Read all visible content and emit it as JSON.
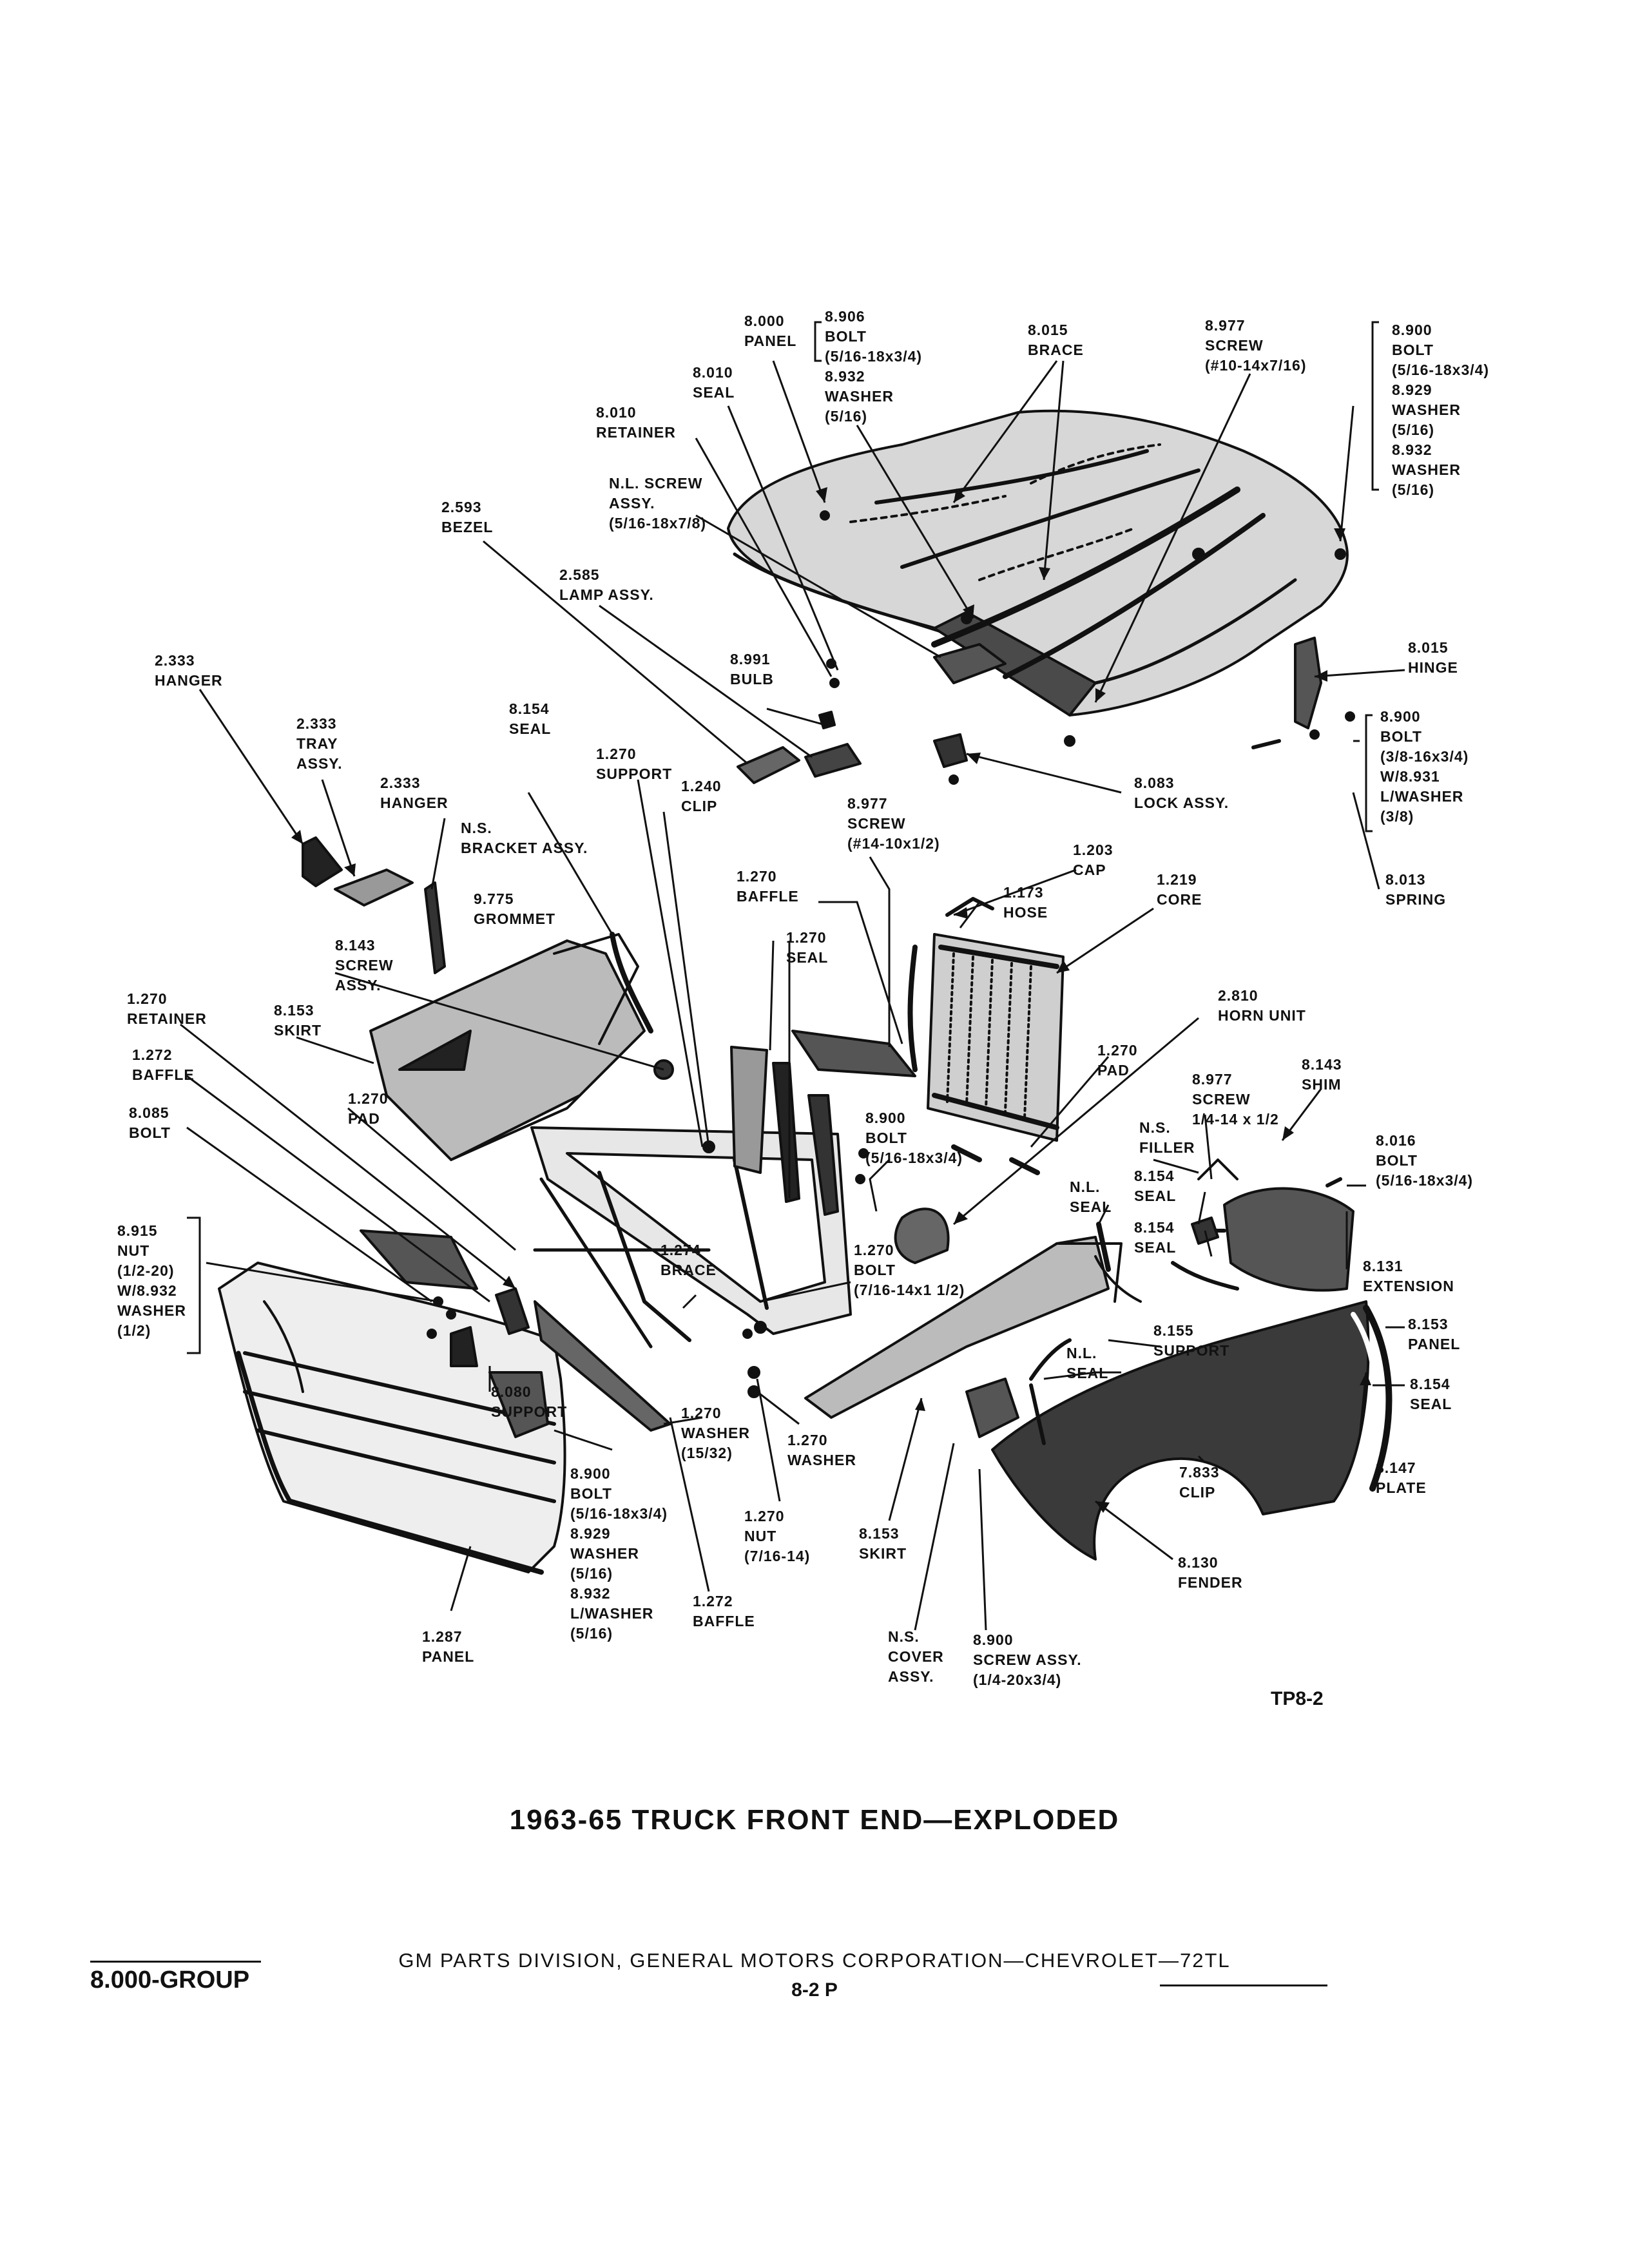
{
  "callouts": [
    {
      "id": "panel-8000",
      "lines": [
        "8.000",
        "PANEL"
      ]
    },
    {
      "id": "bolt-8906",
      "lines": [
        "8.906",
        "BOLT",
        "(5/16-18x3/4)",
        "8.932",
        "WASHER",
        "(5/16)"
      ]
    },
    {
      "id": "brace-8015",
      "lines": [
        "8.015",
        "BRACE"
      ]
    },
    {
      "id": "screw-8977-hood",
      "lines": [
        "8.977",
        "SCREW",
        "(#10-14x7/16)"
      ]
    },
    {
      "id": "bolt-8900-hood",
      "lines": [
        "8.900",
        "BOLT",
        "(5/16-18x3/4)",
        "8.929",
        "WASHER",
        "(5/16)",
        "8.932",
        "WASHER",
        "(5/16)"
      ]
    },
    {
      "id": "seal-8010",
      "lines": [
        "8.010",
        "SEAL"
      ]
    },
    {
      "id": "retainer-8010",
      "lines": [
        "8.010",
        "RETAINER"
      ]
    },
    {
      "id": "ns-screw",
      "lines": [
        "N.L. SCREW",
        "ASSY.",
        "(5/16-18x7/8)"
      ]
    },
    {
      "id": "bezel-2593",
      "lines": [
        "2.593",
        "BEZEL"
      ]
    },
    {
      "id": "lamp-2585",
      "lines": [
        "2.585",
        "LAMP ASSY."
      ]
    },
    {
      "id": "bulb-8991",
      "lines": [
        "8.991",
        "BULB"
      ]
    },
    {
      "id": "hinge-8015",
      "lines": [
        "8.015",
        "HINGE"
      ]
    },
    {
      "id": "bolt-8900-hinge",
      "lines": [
        "8.900",
        "BOLT",
        "(3/8-16x3/4)",
        "W/8.931",
        "L/WASHER",
        "(3/8)"
      ]
    },
    {
      "id": "lock-8083",
      "lines": [
        "8.083",
        "LOCK ASSY."
      ]
    },
    {
      "id": "hanger-2333-left",
      "lines": [
        "2.333",
        "HANGER"
      ]
    },
    {
      "id": "tray-2333",
      "lines": [
        "2.333",
        "TRAY",
        "ASSY."
      ]
    },
    {
      "id": "hanger-2333-right",
      "lines": [
        "2.333",
        "HANGER"
      ]
    },
    {
      "id": "seal-8154-top",
      "lines": [
        "8.154",
        "SEAL"
      ]
    },
    {
      "id": "support-1270",
      "lines": [
        "1.270",
        "SUPPORT"
      ]
    },
    {
      "id": "clip-1240",
      "lines": [
        "1.240",
        "CLIP"
      ]
    },
    {
      "id": "screw-8977-lamp",
      "lines": [
        "8.977",
        "SCREW",
        "(#14-10x1/2)"
      ]
    },
    {
      "id": "cap-1203",
      "lines": [
        "1.203",
        "CAP"
      ]
    },
    {
      "id": "spring-8013",
      "lines": [
        "8.013",
        "SPRING"
      ]
    },
    {
      "id": "ns-bracket",
      "lines": [
        "N.S.",
        "BRACKET ASSY."
      ]
    },
    {
      "id": "grommet-9775",
      "lines": [
        "9.775",
        "GROMMET"
      ]
    },
    {
      "id": "baffle-1270",
      "lines": [
        "1.270",
        "BAFFLE"
      ]
    },
    {
      "id": "hose-1173",
      "lines": [
        "1.173",
        "HOSE"
      ]
    },
    {
      "id": "core-1219",
      "lines": [
        "1.219",
        "CORE"
      ]
    },
    {
      "id": "seal-1270",
      "lines": [
        "1.270",
        "SEAL"
      ]
    },
    {
      "id": "screw-8143",
      "lines": [
        "8.143",
        "SCREW",
        "ASSY."
      ]
    },
    {
      "id": "horn-2810",
      "lines": [
        "2.810",
        "HORN UNIT"
      ]
    },
    {
      "id": "retainer-1270",
      "lines": [
        "1.270",
        "RETAINER"
      ]
    },
    {
      "id": "skirt-8153-left",
      "lines": [
        "8.153",
        "SKIRT"
      ]
    },
    {
      "id": "pad-1270-right",
      "lines": [
        "1.270",
        "PAD"
      ]
    },
    {
      "id": "shim-8143",
      "lines": [
        "8.143",
        "SHIM"
      ]
    },
    {
      "id": "baffle-1272-left",
      "lines": [
        "1.272",
        "BAFFLE"
      ]
    },
    {
      "id": "screw-8977-filler",
      "lines": [
        "8.977",
        "SCREW",
        "1/4-14 x 1/2"
      ]
    },
    {
      "id": "pad-1270-left",
      "lines": [
        "1.270",
        "PAD"
      ]
    },
    {
      "id": "ns-filler",
      "lines": [
        "N.S.",
        "FILLER"
      ]
    },
    {
      "id": "bolt-8016",
      "lines": [
        "8.016",
        "BOLT",
        "(5/16-18x3/4)"
      ]
    },
    {
      "id": "bolt-8085",
      "lines": [
        "8.085",
        "BOLT"
      ]
    },
    {
      "id": "bolt-8900-center",
      "lines": [
        "8.900",
        "BOLT",
        "(5/16-18x3/4)"
      ]
    },
    {
      "id": "nl-seal-upper",
      "lines": [
        "N.L.",
        "SEAL"
      ]
    },
    {
      "id": "seal-8154-a",
      "lines": [
        "8.154",
        "SEAL"
      ]
    },
    {
      "id": "seal-8154-b",
      "lines": [
        "8.154",
        "SEAL"
      ]
    },
    {
      "id": "nut-8915",
      "lines": [
        "8.915",
        "NUT",
        "(1/2-20)",
        "W/8.932",
        "WASHER",
        "(1/2)"
      ]
    },
    {
      "id": "brace-1274",
      "lines": [
        "1.274",
        "BRACE"
      ]
    },
    {
      "id": "bolt-1270",
      "lines": [
        "1.270",
        "BOLT",
        "(7/16-14x1 1/2)"
      ]
    },
    {
      "id": "extension-8131",
      "lines": [
        "8.131",
        "EXTENSION"
      ]
    },
    {
      "id": "panel-8153",
      "lines": [
        "8.153",
        "PANEL"
      ]
    },
    {
      "id": "support-8155",
      "lines": [
        "8.155",
        "SUPPORT"
      ]
    },
    {
      "id": "nl-seal-lower",
      "lines": [
        "N.L.",
        "SEAL"
      ]
    },
    {
      "id": "seal-8154-fender",
      "lines": [
        "8.154",
        "SEAL"
      ]
    },
    {
      "id": "support-8080",
      "lines": [
        "8.080",
        "SUPPORT"
      ]
    },
    {
      "id": "washer-1270-a",
      "lines": [
        "1.270",
        "WASHER",
        "(15/32)"
      ]
    },
    {
      "id": "washer-1270-b",
      "lines": [
        "1.270",
        "WASHER"
      ]
    },
    {
      "id": "plate-8147",
      "lines": [
        "8.147",
        "PLATE"
      ]
    },
    {
      "id": "clip-7833",
      "lines": [
        "7.833",
        "CLIP"
      ]
    },
    {
      "id": "bolt-8900-grille",
      "lines": [
        "8.900",
        "BOLT",
        "(5/16-18x3/4)",
        "8.929",
        "WASHER",
        "(5/16)",
        "8.932",
        "L/WASHER",
        "(5/16)"
      ]
    },
    {
      "id": "nut-1270",
      "lines": [
        "1.270",
        "NUT",
        "(7/16-14)"
      ]
    },
    {
      "id": "skirt-8153-right",
      "lines": [
        "8.153",
        "SKIRT"
      ]
    },
    {
      "id": "fender-8130",
      "lines": [
        "8.130",
        "FENDER"
      ]
    },
    {
      "id": "baffle-1272-lower",
      "lines": [
        "1.272",
        "BAFFLE"
      ]
    },
    {
      "id": "panel-1287",
      "lines": [
        "1.287",
        "PANEL"
      ]
    },
    {
      "id": "ns-cover",
      "lines": [
        "N.S.",
        "COVER",
        "ASSY."
      ]
    },
    {
      "id": "screw-8900",
      "lines": [
        "8.900",
        "SCREW ASSY.",
        "(1/4-20x3/4)"
      ]
    }
  ],
  "figure_id": "TP8-2",
  "title": "1963-65 TRUCK FRONT END—EXPLODED",
  "group_label": "8.000-GROUP",
  "footer": "GM PARTS DIVISION, GENERAL MOTORS CORPORATION—CHEVROLET—72TL",
  "page_number": "8-2 P"
}
